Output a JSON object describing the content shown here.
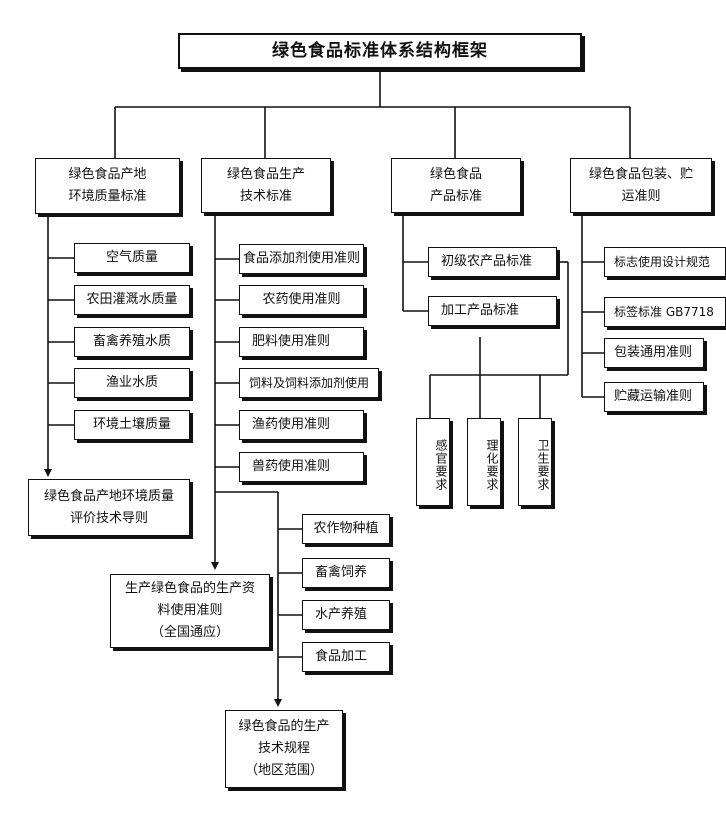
{
  "title": "绿色食品标准体系结构框架",
  "categories": {
    "env": "绿色食品产地\n环境质量标准",
    "tech": "绿色食品生产\n技术标准",
    "product": "绿色食品\n产品标准",
    "pack": "绿色食品包装、贮\n运准则"
  },
  "env_items": [
    "空气质量",
    "农田灌溉水质量",
    "畜禽养殖水质",
    "渔业水质",
    "环境土壤质量"
  ],
  "env_result": "绿色食品产地环境质量\n评价技术导则",
  "tech_items": [
    "食品添加剂使用准则",
    "农药使用准则",
    "肥料使用准则",
    "饲料及饲料添加剂使用",
    "渔药使用准则",
    "兽药使用准则"
  ],
  "tech_sub_items": [
    "农作物种植",
    "畜禽饲养",
    "水产养殖",
    "食品加工"
  ],
  "tech_result_national": "生产绿色食品的生产资\n料使用准则\n（全国通应）",
  "tech_result_regional": "绿色食品的生产\n技术规程\n（地区范围）",
  "product_items": [
    "初级农产品标准",
    "加工产品标准"
  ],
  "product_requirements": [
    "感官要求",
    "理化要求",
    "卫生要求"
  ],
  "pack_items": [
    "标志使用设计规范",
    "标签标准 GB7718",
    "包装通用准则",
    "贮藏运输准则"
  ]
}
